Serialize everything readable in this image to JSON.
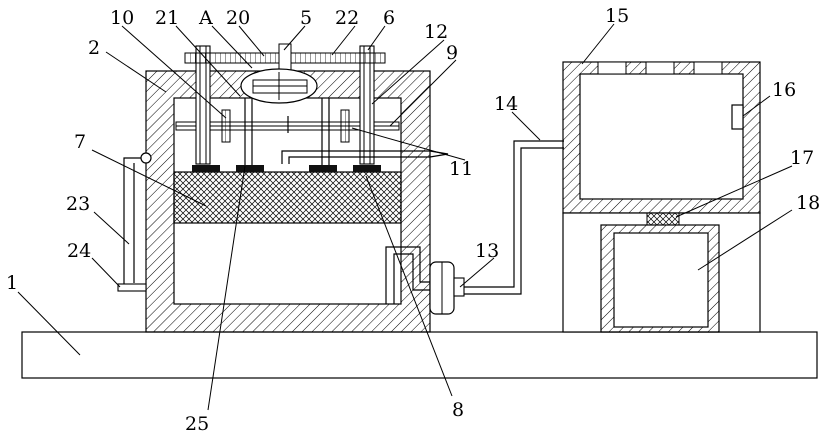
{
  "figure": {
    "labels": {
      "l1": "1",
      "l2": "2",
      "l5": "5",
      "l6": "6",
      "l7": "7",
      "l8": "8",
      "l9": "9",
      "l10": "10",
      "l11": "11",
      "l12": "12",
      "l13": "13",
      "l14": "14",
      "l15": "15",
      "l16": "16",
      "l17": "17",
      "l18": "18",
      "l20": "20",
      "l21": "21",
      "l22": "22",
      "l23": "23",
      "l24": "24",
      "l25": "25",
      "lA": "A"
    }
  }
}
